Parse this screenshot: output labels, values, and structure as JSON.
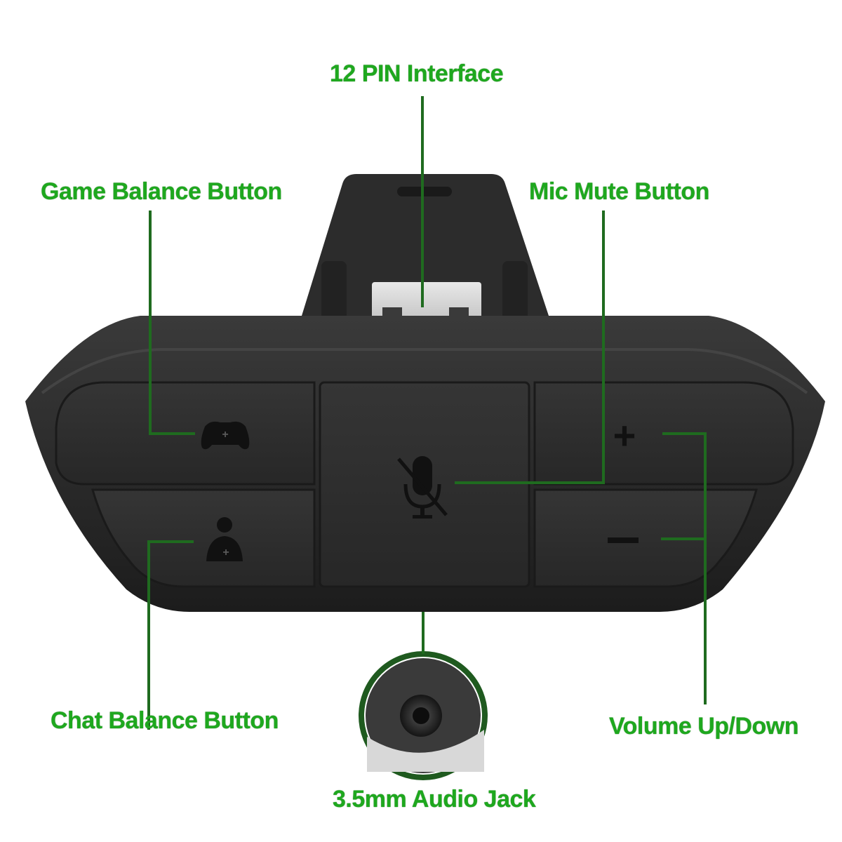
{
  "labels": {
    "pin_interface": "12 PIN Interface",
    "game_balance": "Game Balance Button",
    "mic_mute": "Mic Mute Button",
    "chat_balance": "Chat Balance Button",
    "volume": "Volume Up/Down",
    "audio_jack": "3.5mm Audio Jack"
  },
  "button_symbols": {
    "volume_up": "+",
    "volume_down": "−"
  },
  "colors": {
    "label_green": "#1ea81e",
    "callout_line": "#1f6b1f",
    "device_body": "#2a2a2a",
    "button_face": "#303030"
  }
}
